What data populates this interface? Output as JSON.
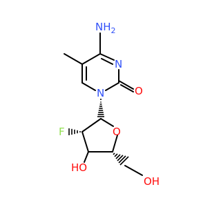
{
  "colors": {
    "bond": "#000000",
    "nitrogen": "#3050F8",
    "oxygen": "#FF0D0D",
    "fluorine": "#90E050",
    "carbon": "#000000"
  },
  "atoms": {
    "amino_group": "NH",
    "amino_subscript": "2",
    "ring_nitrogen_3": "N",
    "ring_nitrogen_1": "N",
    "carbonyl_oxygen": "O",
    "fluorine": "F",
    "ring_oxygen": "O",
    "hydroxyl_3": "HO",
    "hydroxyl_5": "OH"
  }
}
